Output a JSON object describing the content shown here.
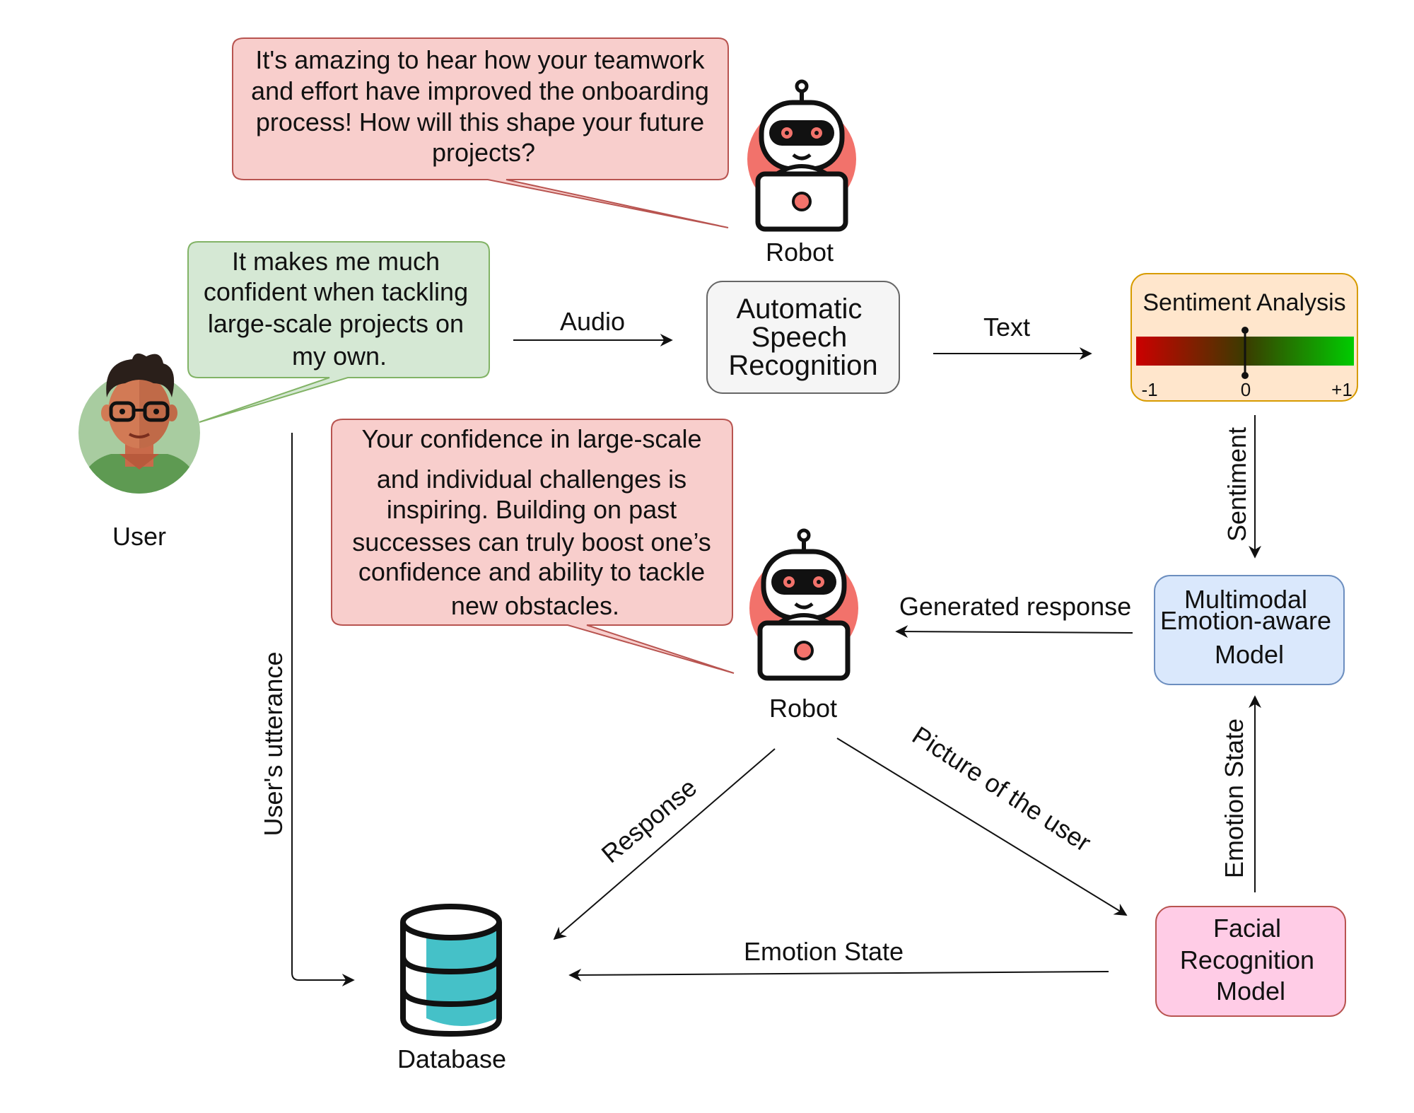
{
  "bubbles": {
    "robot_top": [
      "It's amazing to hear how your teamwork",
      "and effort have improved the onboarding",
      "process! How will this shape your future",
      "projects?"
    ],
    "user": [
      "It makes me much",
      "confident when tackling",
      "large-scale projects on",
      "my own."
    ],
    "robot_mid": [
      "Your confidence in large-scale",
      "and individual challenges is",
      "inspiring. Building on past",
      "successes can truly boost one’s",
      "confidence and ability to tackle",
      "new obstacles."
    ]
  },
  "nodes": {
    "robot_top": "Robot",
    "robot_mid": "Robot",
    "user": "User",
    "asr": [
      "Automatic",
      "Speech",
      "Recognition"
    ],
    "sentiment": "Sentiment Analysis",
    "multimodal": [
      "Multimodal",
      "Emotion-aware",
      "Model"
    ],
    "facial": [
      "Facial",
      "Recognition",
      "Model"
    ],
    "database": "Database"
  },
  "scale": {
    "min": "-1",
    "mid": "0",
    "max": "+1",
    "value": 0
  },
  "edges": {
    "audio": "Audio",
    "text": "Text",
    "sentiment": "Sentiment",
    "generated": "Generated response",
    "emotion_up": "Emotion State",
    "emotion_db": "Emotion State",
    "picture": "Picture of the user",
    "response": "Response",
    "utterance": "User's utterance"
  },
  "colors": {
    "robot_bubble_fill": "#f8cecc",
    "robot_bubble_stroke": "#b85450",
    "user_bubble_fill": "#d5e8d4",
    "user_bubble_stroke": "#82b366",
    "asr_fill": "#f5f5f5",
    "asr_stroke": "#666666",
    "sentiment_fill": "#ffe6cc",
    "sentiment_stroke": "#d79b00",
    "multimodal_fill": "#dae8fc",
    "multimodal_stroke": "#6c8ebf",
    "facial_fill": "#ffcce6",
    "facial_stroke": "#b85450",
    "db_teal": "#45c1c8",
    "robot_halo": "#f2726b",
    "scale_min_color": "#d00000",
    "scale_mid_color": "#a08000",
    "scale_max_color": "#008000"
  }
}
